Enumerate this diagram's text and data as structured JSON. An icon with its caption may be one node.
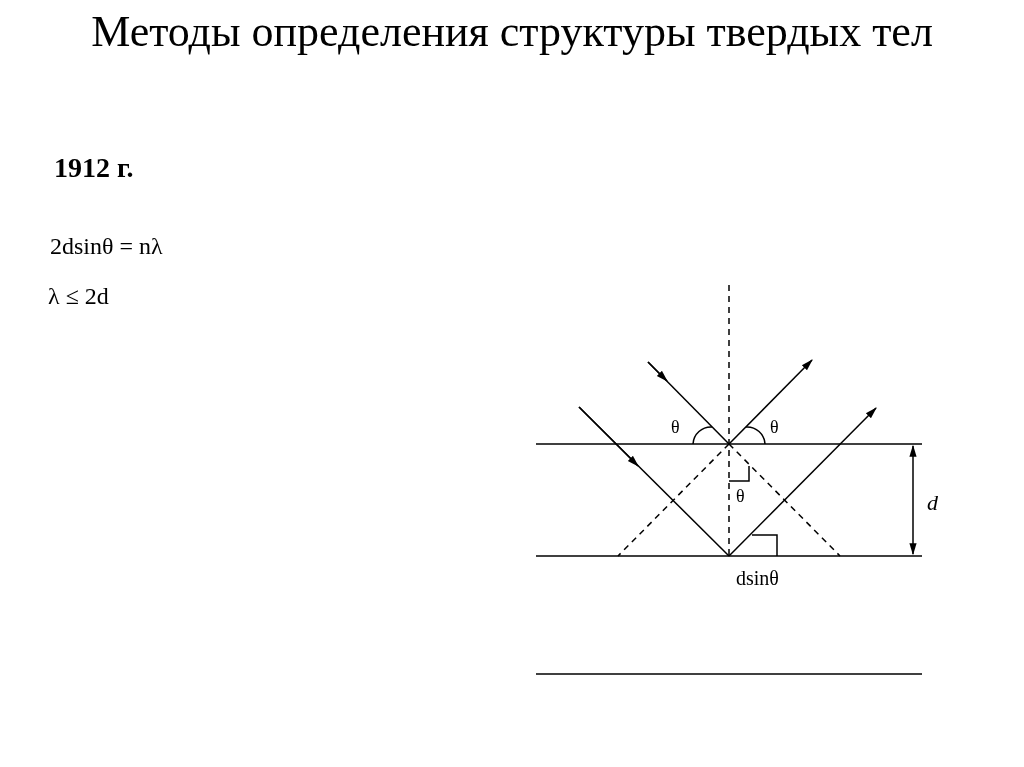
{
  "diagram": {
    "title": "Методы определения структуры твердых тел",
    "labels": [
      "1912 г.",
      "2dsinθ = nλ",
      "λ ≤ 2d",
      "θ",
      "θ",
      "θ",
      "d",
      "dsinθ"
    ]
  }
}
